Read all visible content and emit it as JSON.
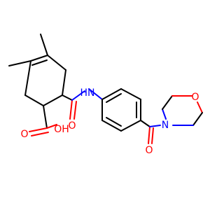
{
  "molecule": {
    "atom_labels": {
      "nh": "HN",
      "oh": "OH",
      "o_amide": "O",
      "o_carboxyl": "O",
      "o_ketone": "O",
      "n_morpholine": "N",
      "o_morpholine": "O"
    }
  },
  "colors": {
    "bond": "#000000",
    "oxygen": "#ff0000",
    "nitrogen": "#0000ff",
    "background": "#ffffff"
  }
}
